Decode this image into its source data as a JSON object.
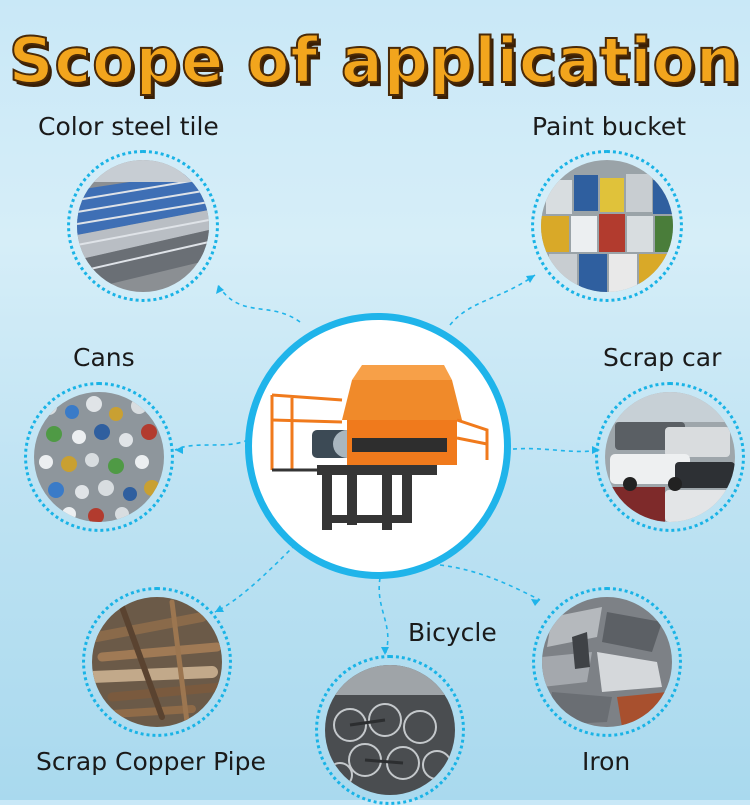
{
  "title": "Scope of application",
  "items": {
    "color_steel_tile": "Color steel tile",
    "paint_bucket": "Paint bucket",
    "cans": "Cans",
    "scrap_car": "Scrap car",
    "scrap_copper_pipe": "Scrap Copper Pipe",
    "bicycle": "Bicycle",
    "iron": "Iron"
  },
  "colors": {
    "title_fill": "#f2a51d",
    "title_outline": "#4a2a08",
    "accent_blue": "#1fb4ea",
    "machine_orange": "#f07a1c",
    "machine_frame": "#3a3a3a"
  }
}
